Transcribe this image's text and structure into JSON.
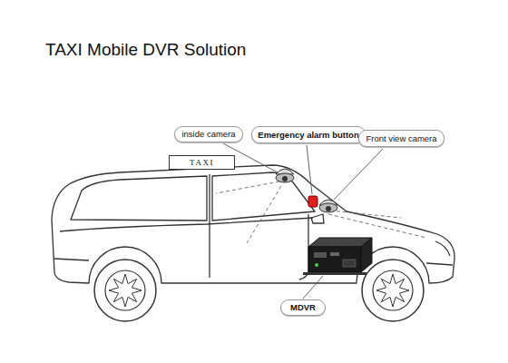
{
  "diagram": {
    "title": "TAXI Mobile DVR Solution",
    "nodes": [
      {
        "text": [
          "inside camera"
        ]
      },
      {
        "text": [
          "Emergency alarm button"
        ]
      },
      {
        "text": [
          "Front view camera"
        ]
      },
      {
        "text": [
          "TAXI"
        ]
      },
      {
        "text": [
          "MDVR"
        ]
      }
    ]
  }
}
